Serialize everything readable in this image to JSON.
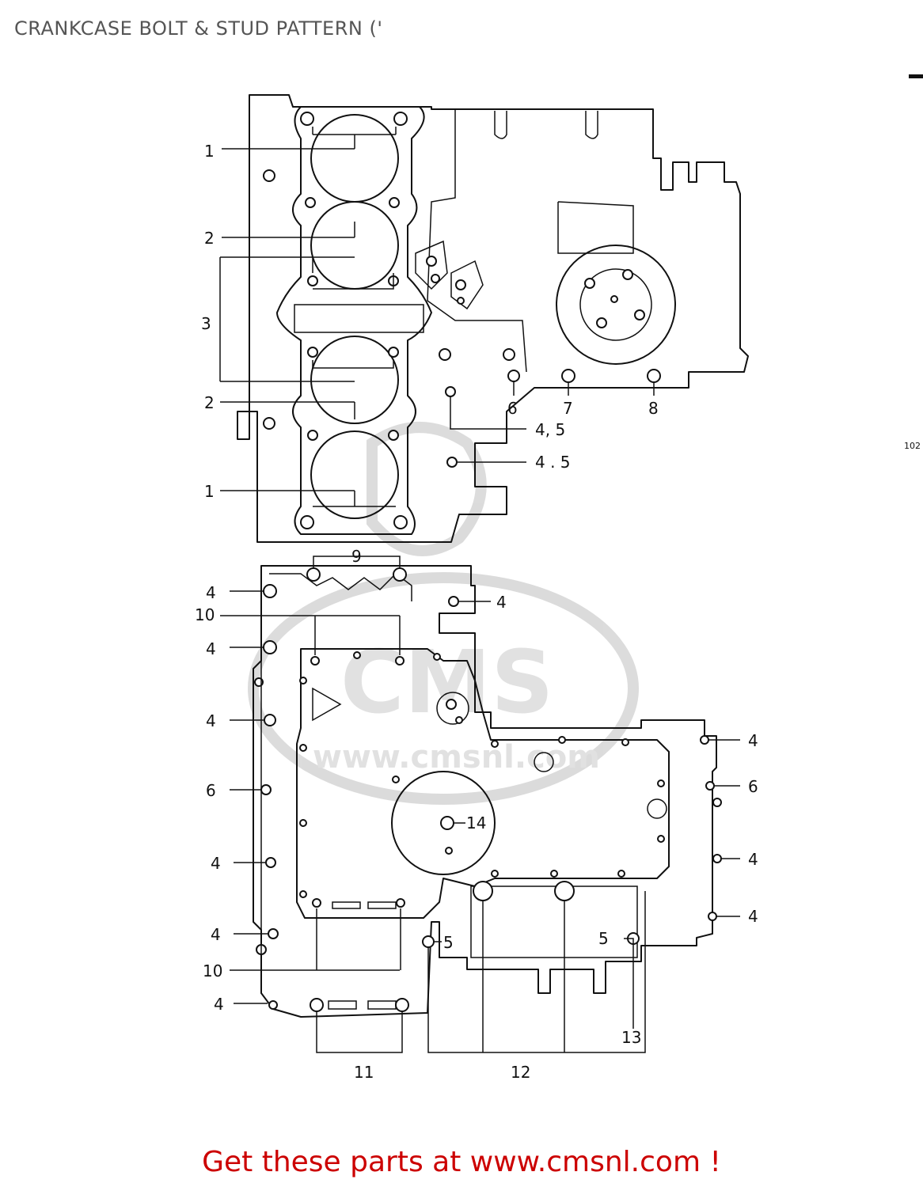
{
  "title": "CRANKCASE BOLT & STUD PATTERN ('",
  "cta": "Get these parts at www.cmsnl.com !",
  "ref_code": "102",
  "watermark": {
    "brand": "CMS",
    "url": "www.cmsnl.com"
  },
  "colors": {
    "cta": "#cc0000",
    "title": "#555555",
    "line": "#111111",
    "watermark": "#d8d8d8"
  },
  "upper_callouts": {
    "c1_top": "1",
    "c2_top": "2",
    "c3": "3",
    "c2_bot": "2",
    "c1_bot": "1",
    "c6": "6",
    "c7": "7",
    "c8": "8",
    "c45a": "4, 5",
    "c45b": "4 . 5"
  },
  "lower_callouts": {
    "c9": "9",
    "c4_a": "4",
    "c4_b": "4",
    "c10_top": "10",
    "c4_c": "4",
    "c4_d": "4",
    "c6_left": "6",
    "c4_e": "4",
    "c4_f": "4",
    "c10_bot": "10",
    "c4_g": "4",
    "c11": "11",
    "c12": "12",
    "c13": "13",
    "c14": "14",
    "c5_a": "5",
    "c5_b": "5",
    "c4_r1": "4",
    "c6_right": "6",
    "c4_r2": "4",
    "c4_r3": "4"
  }
}
